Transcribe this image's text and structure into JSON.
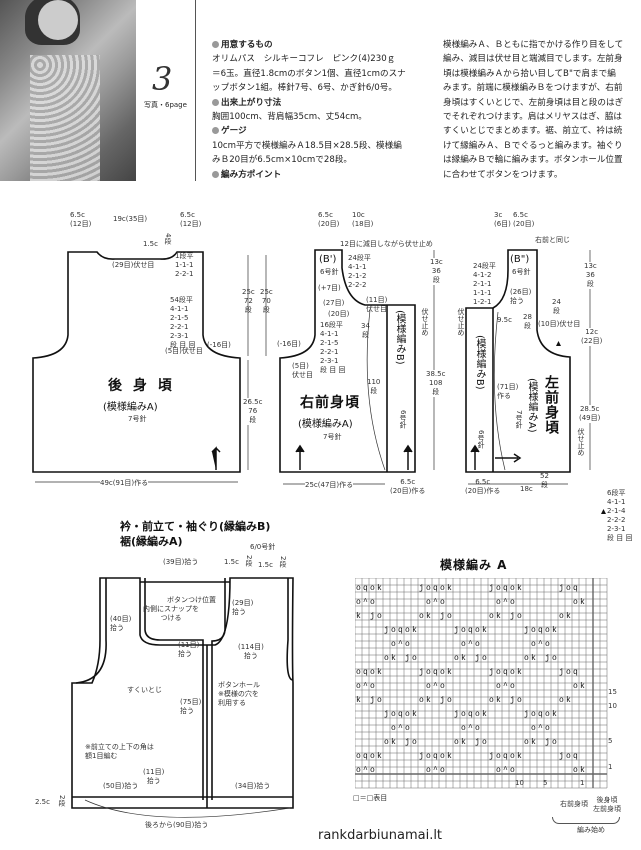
{
  "header": {
    "number": "3",
    "photo_ref": "写真・6page",
    "materials_title": "用意するもの",
    "materials": [
      "オリムパス　シルキーコフレ　ピンク(4)230ｇ",
      "＝6玉。直径1.8cmのボタン1個、直径1cmのスナ",
      "ップボタン1組。棒針7号、6号、かぎ針6/0号。"
    ],
    "size_title": "出来上がり寸法",
    "size": "胸囲100cm、背肩幅35cm、丈54cm。",
    "gauge_title": "ゲージ",
    "gauge": [
      "10cm平方で模様編みＡ18.5目×28.5段、模様編",
      "みＢ20目が6.5cm×10cmで28段。"
    ],
    "points_title": "編み方ポイント",
    "points": [
      "模様編みＡ、Ｂともに指でかける作り目をして",
      "編み、減目は伏せ目と端減目でします。左前身",
      "頃は模様編みＡから拾い目してB\"で肩まで編",
      "みます。前端に模様編みＢをつけますが、右前",
      "身頃はすくいとじで、左前身頃は目と段のはぎ",
      "でそれぞれつけます。肩はメリヤスはぎ、脇は",
      "すくいとじでまとめます。裾、前立て、衿は続",
      "けて縁編みＡ、Ｂでぐるっと編みます。袖ぐり",
      "は縁編みＢで輪に編みます。ボタンホール位置",
      "に合わせてボタンをつけます。"
    ]
  },
  "back": {
    "title": "後 身 頃",
    "pattern": "(模様編みA)",
    "needle": "7号針",
    "l": [
      "6.5c\n(12目)",
      "19c(35目)",
      "6.5c\n(12目)",
      "1.5c",
      "4段",
      "(29目)伏せ目",
      "1段平\n1-1-1\n2-2-1",
      "54段平\n4-1-1\n2-1-5\n2-2-1\n2-3-1\n段 目 回",
      "(5目)伏せ目",
      "(-16目)",
      "25c\n72\n段",
      "25c\n70\n段",
      "26.5c\n76\n段",
      "49c(91目)作る"
    ]
  },
  "right_front": {
    "title": "右前身頃",
    "pattern": "(模様編みA)",
    "needle": "7号針",
    "band": "(模様編みB)",
    "band_needle": "6号針",
    "l": [
      "6.5c\n(20目)",
      "10c\n(18目)",
      "12目に減目しながら伏せ止め",
      "(B')",
      "6号針",
      "24段平\n4-1-1\n2-1-2\n2-2-2",
      "(+7目)",
      "(27目)",
      "(20目)",
      "(11目)\n伏せ目",
      "16段平\n4-1-1\n2-1-5\n2-2-1\n2-3-1\n段 目 回",
      "(-16目)",
      "(5目)\n伏せ目",
      "34\n段",
      "110\n段",
      "伏せ止め",
      "13c\n36\n段",
      "38.5c\n108\n段",
      "25c(47目)作る",
      "6.5c\n(20目)作る"
    ]
  },
  "left_front": {
    "title": "左前身頃",
    "pattern": "(模様編みA)",
    "needle": "7号針",
    "band": "(模様編みB)",
    "band_needle": "6号針",
    "l": [
      "3c\n(6目)",
      "6.5c\n(20目)",
      "右前と同じ",
      "(B\")",
      "6号針",
      "24段平\n4-1-2\n2-1-1\n1-1-1\n1-2-1",
      "(26目)\n拾う",
      "24\n段",
      "9.5c",
      "28\n段",
      "(10目)伏せ目",
      "伏せ止め",
      "(71目)\n作る",
      "13c\n36\n段",
      "12c\n(22目)",
      "28.5c\n(49目)",
      "伏せ止め",
      "6.5c\n(20目)作る",
      "52\n段",
      "18c",
      "6段平\n4-1-1\n2-1-4\n2-2-2\n2-3-1\n段 目 回"
    ]
  },
  "edging": {
    "title1": "衿・前立て・袖ぐり(縁編みB)",
    "title2": "裾(縁編みA)",
    "hook": "6/0号針",
    "l": [
      "(39目)拾う",
      "1.5c",
      "2段",
      "1.5c",
      "2段",
      "ボタンつけ位置",
      "内側にスナップを\nつける",
      "(29目)\n拾う",
      "(40目)\n拾う",
      "(11目)\n拾う",
      "(114目)\n拾う",
      "すくいとじ",
      "ボタンホール\n※模様の穴を\n利用する",
      "(75目)\n拾う",
      "※前立ての上下の角は\n額1目編む",
      "(11目)\n拾う",
      "(50目)拾う",
      "(34目)拾う",
      "2.5c",
      "2段",
      "後ろから(90目)拾う"
    ]
  },
  "chart": {
    "title": "模様編み A",
    "cols": 36,
    "rows": 30,
    "symbol_rows": [
      "oqok     joqok     joqok     joq   ",
      "o^o       o^o       o^o        ok  ",
      "k jo     ok jo     ok jo     ok    ",
      "    joqok     joqok     joqok      ",
      "     o^o       o^o       o^o       ",
      "    ok jo     ok jo     ok jo      ",
      "oqok     joqok     joqok     joq   ",
      "o^o       o^o       o^o        ok  ",
      "k jo     ok jo     ok jo     ok    ",
      "    joqok     joqok     joqok      ",
      "     o^o       o^o       o^o       ",
      "    ok jo     ok jo     ok jo      ",
      "oqok     joqok     joqok     joq   ",
      "o^o       o^o       o^o        ok  "
    ],
    "row_numbers": [
      "15",
      "10",
      "5",
      "1"
    ],
    "col_numbers": [
      "10",
      "5",
      "1"
    ],
    "legend": "□＝□表目",
    "start_right_front": "右前身頃",
    "start_back_left": "後身頃\n左前身頃",
    "start_label": "編み始め"
  },
  "watermark": "rankdarbiunamai.lt"
}
